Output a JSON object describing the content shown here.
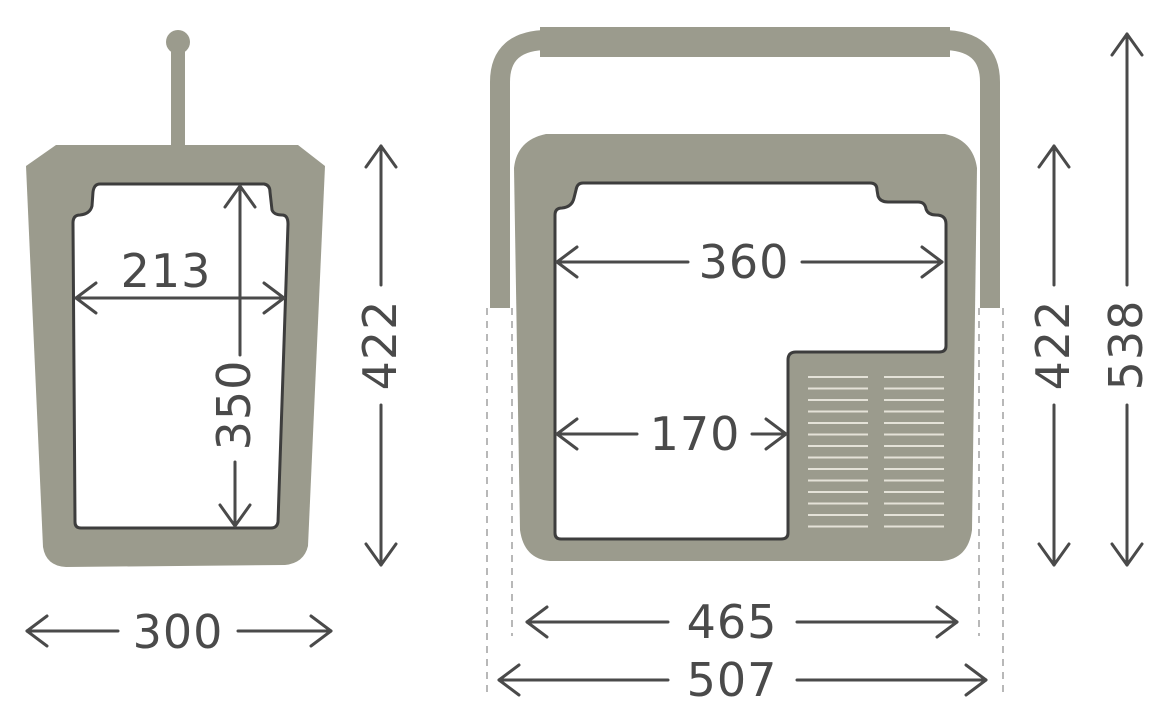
{
  "colors": {
    "body": "#9b9b8d",
    "outline": "#3d3d3d",
    "cavity": "#ffffff",
    "grille": "#e4e2d8",
    "text": "#4a4a4a"
  },
  "side_view": {
    "inner_width": "213",
    "inner_height": "350",
    "outer_height": "422",
    "outer_width": "300"
  },
  "front_view": {
    "inner_width_top": "360",
    "inner_width_bottom": "170",
    "body_height": "422",
    "total_height": "538",
    "body_width": "465",
    "total_width": "507"
  }
}
